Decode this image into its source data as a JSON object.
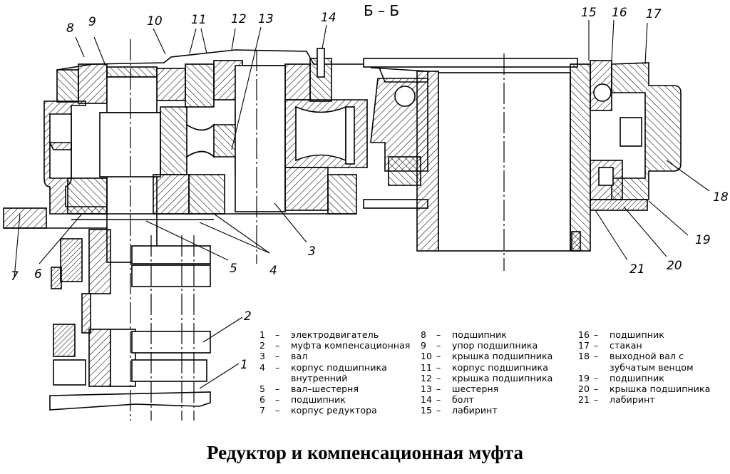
{
  "section_mark": "Б – Б",
  "caption": "Редуктор и компенсационная муфта",
  "callouts": [
    {
      "id": "1",
      "text": "1"
    },
    {
      "id": "2",
      "text": "2"
    },
    {
      "id": "3",
      "text": "3"
    },
    {
      "id": "4",
      "text": "4"
    },
    {
      "id": "5",
      "text": "5"
    },
    {
      "id": "6",
      "text": "6"
    },
    {
      "id": "7",
      "text": "7"
    },
    {
      "id": "8",
      "text": "8"
    },
    {
      "id": "9",
      "text": "9"
    },
    {
      "id": "10",
      "text": "10"
    },
    {
      "id": "11",
      "text": "11"
    },
    {
      "id": "12",
      "text": "12"
    },
    {
      "id": "13",
      "text": "13"
    },
    {
      "id": "14",
      "text": "14"
    },
    {
      "id": "15",
      "text": "15"
    },
    {
      "id": "16",
      "text": "16"
    },
    {
      "id": "17",
      "text": "17"
    },
    {
      "id": "18",
      "text": "18"
    },
    {
      "id": "19",
      "text": "19"
    },
    {
      "id": "20",
      "text": "20"
    },
    {
      "id": "21",
      "text": "21"
    }
  ],
  "legend": {
    "dash": "–",
    "col1": [
      {
        "num": "1",
        "text": "электродвигатель"
      },
      {
        "num": "2",
        "text": "муфта компенсационная"
      },
      {
        "num": "3",
        "text": "вал"
      },
      {
        "num": "4",
        "text": "корпус подшипника",
        "cont": "внутренний"
      },
      {
        "num": "5",
        "text": "вал–шестерня"
      },
      {
        "num": "6",
        "text": "подшипник"
      },
      {
        "num": "7",
        "text": "корпус редуктора"
      }
    ],
    "col2": [
      {
        "num": "8",
        "text": "подшипник"
      },
      {
        "num": "9",
        "text": "упор подшипника"
      },
      {
        "num": "10",
        "text": "крышка подшипника"
      },
      {
        "num": "11",
        "text": "корпус подшипника"
      },
      {
        "num": "12",
        "text": "крышка подшипника"
      },
      {
        "num": "13",
        "text": "шестерня"
      },
      {
        "num": "14",
        "text": "болт"
      },
      {
        "num": "15",
        "text": "лабиринт"
      }
    ],
    "col3": [
      {
        "num": "16",
        "text": "подшипник"
      },
      {
        "num": "17",
        "text": "стакан"
      },
      {
        "num": "18",
        "text": "выходной вал с",
        "cont": "зубчатым венцом"
      },
      {
        "num": "19",
        "text": "подшипник"
      },
      {
        "num": "20",
        "text": "крышка подшипника"
      },
      {
        "num": "21",
        "text": "лабиринт"
      }
    ]
  }
}
